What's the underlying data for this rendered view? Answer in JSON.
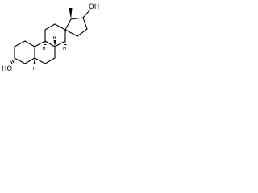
{
  "molecule": {
    "labels": {
      "oh_left": "HO",
      "oh_right": "OH",
      "h_markers": [
        "H",
        "H",
        "H",
        "H"
      ]
    }
  }
}
